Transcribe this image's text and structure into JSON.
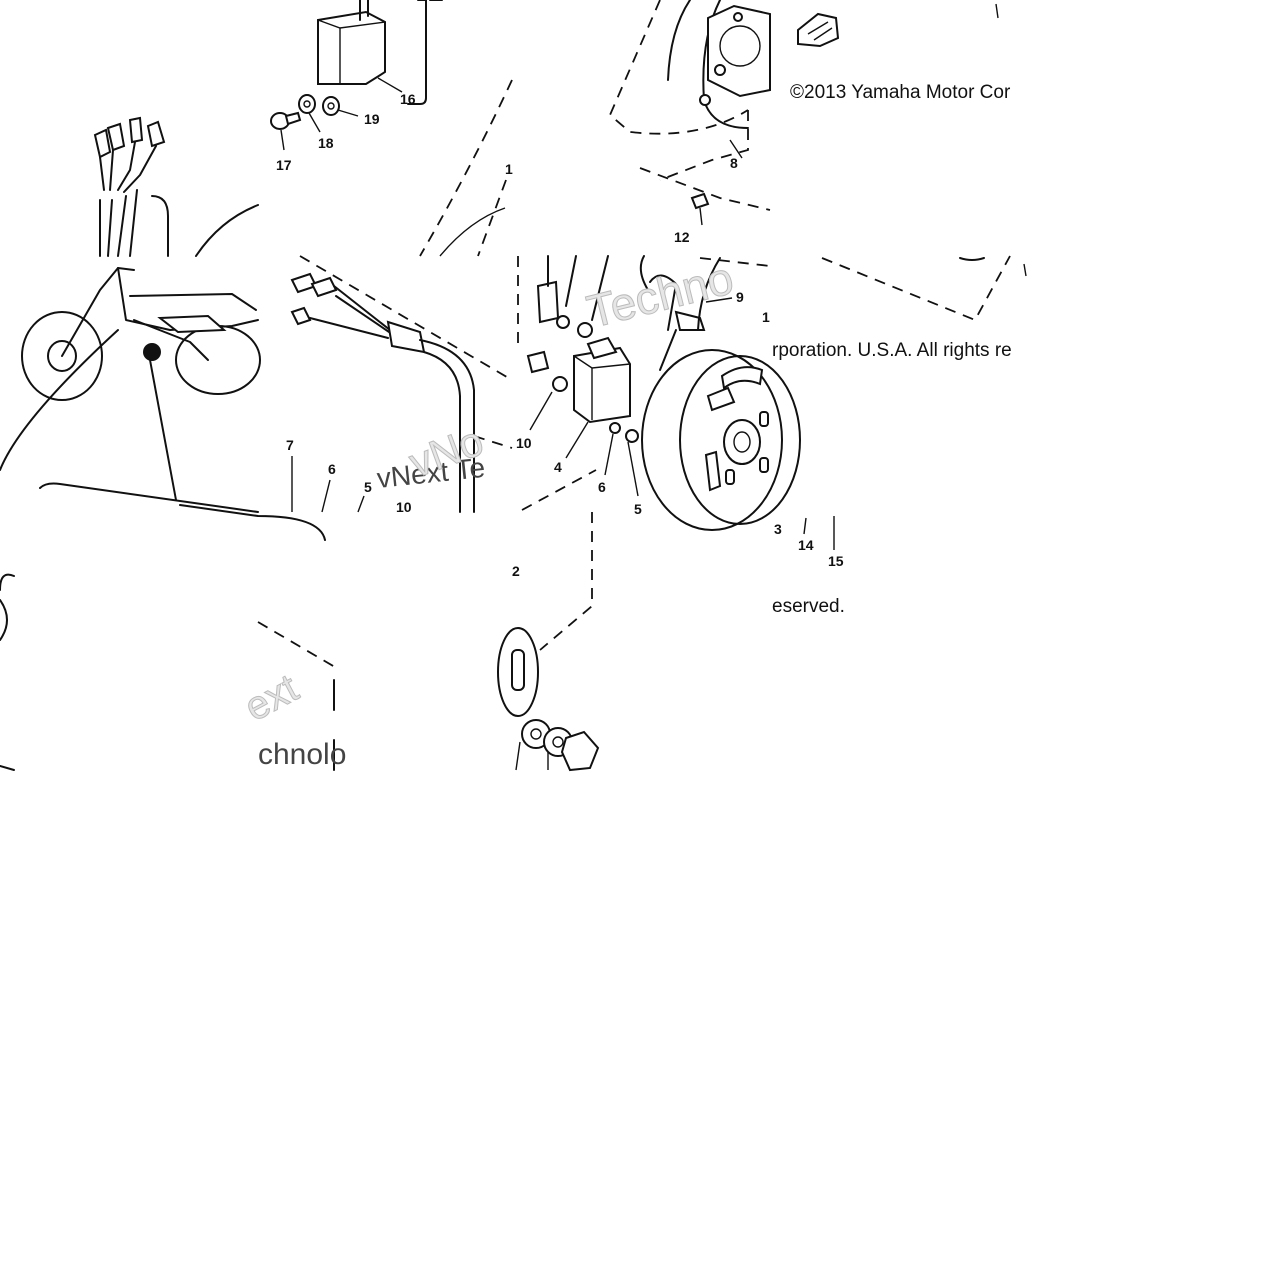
{
  "copyright": {
    "line1": "©2013 Yamaha Motor Cor",
    "line2": "rporation. U.S.A. All rights re",
    "line3": "eserved."
  },
  "watermark": {
    "text1": "vNext Te",
    "text2": "chnolo",
    "text3": "ext",
    "text4": "Techno",
    "text5": "vNo"
  },
  "callouts": [
    {
      "id": "c16",
      "label": "16"
    },
    {
      "id": "c19",
      "label": "19"
    },
    {
      "id": "c18",
      "label": "18"
    },
    {
      "id": "c17",
      "label": "17"
    },
    {
      "id": "c8",
      "label": "8"
    },
    {
      "id": "c12",
      "label": "12"
    },
    {
      "id": "c9",
      "label": "9"
    },
    {
      "id": "c10",
      "label": "10"
    },
    {
      "id": "c4",
      "label": "4"
    },
    {
      "id": "c6a",
      "label": "6"
    },
    {
      "id": "c5a",
      "label": "5"
    },
    {
      "id": "c3",
      "label": "3"
    },
    {
      "id": "c14",
      "label": "14"
    },
    {
      "id": "c15",
      "label": "15"
    },
    {
      "id": "c7",
      "label": "7"
    },
    {
      "id": "c6b",
      "label": "6"
    },
    {
      "id": "c5b",
      "label": "5"
    },
    {
      "id": "c10b",
      "label": "10"
    },
    {
      "id": "c2",
      "label": "2"
    },
    {
      "id": "c1a",
      "label": "1"
    },
    {
      "id": "c1b",
      "label": "1"
    }
  ]
}
